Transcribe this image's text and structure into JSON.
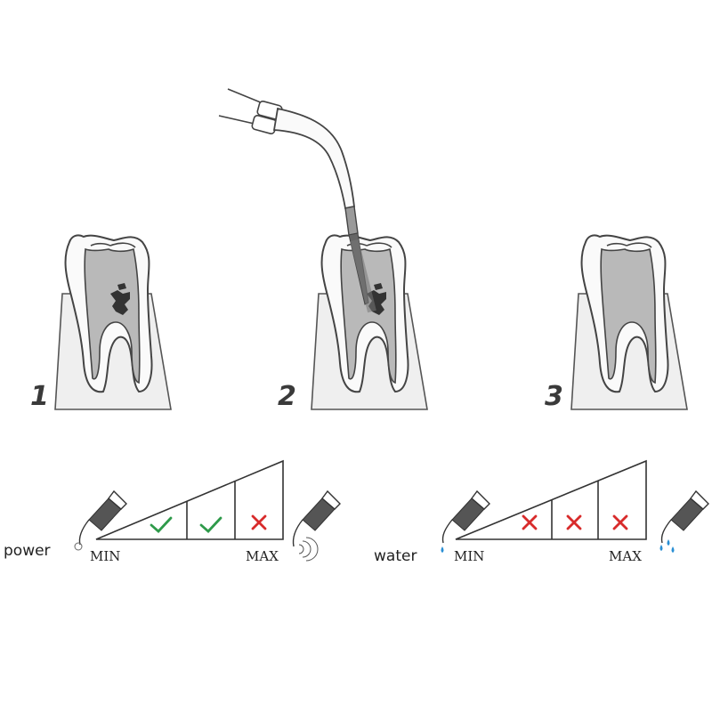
{
  "steps": [
    {
      "number": "1"
    },
    {
      "number": "2"
    },
    {
      "number": "3"
    }
  ],
  "scales": [
    {
      "label": "power",
      "min_label": "MIN",
      "max_label": "MAX",
      "marks": [
        "check-icon",
        "check-icon",
        "cross-icon"
      ]
    },
    {
      "label": "water",
      "min_label": "MIN",
      "max_label": "MAX",
      "marks": [
        "cross-icon",
        "cross-icon",
        "cross-icon"
      ]
    }
  ],
  "colors": {
    "outline": "#444444",
    "pulp": "#b9b9b9",
    "decay": "#333333",
    "gum": "#ededed",
    "check": "#2e9a4a",
    "cross": "#d82b2b",
    "water_drop": "#2a8fd4"
  }
}
